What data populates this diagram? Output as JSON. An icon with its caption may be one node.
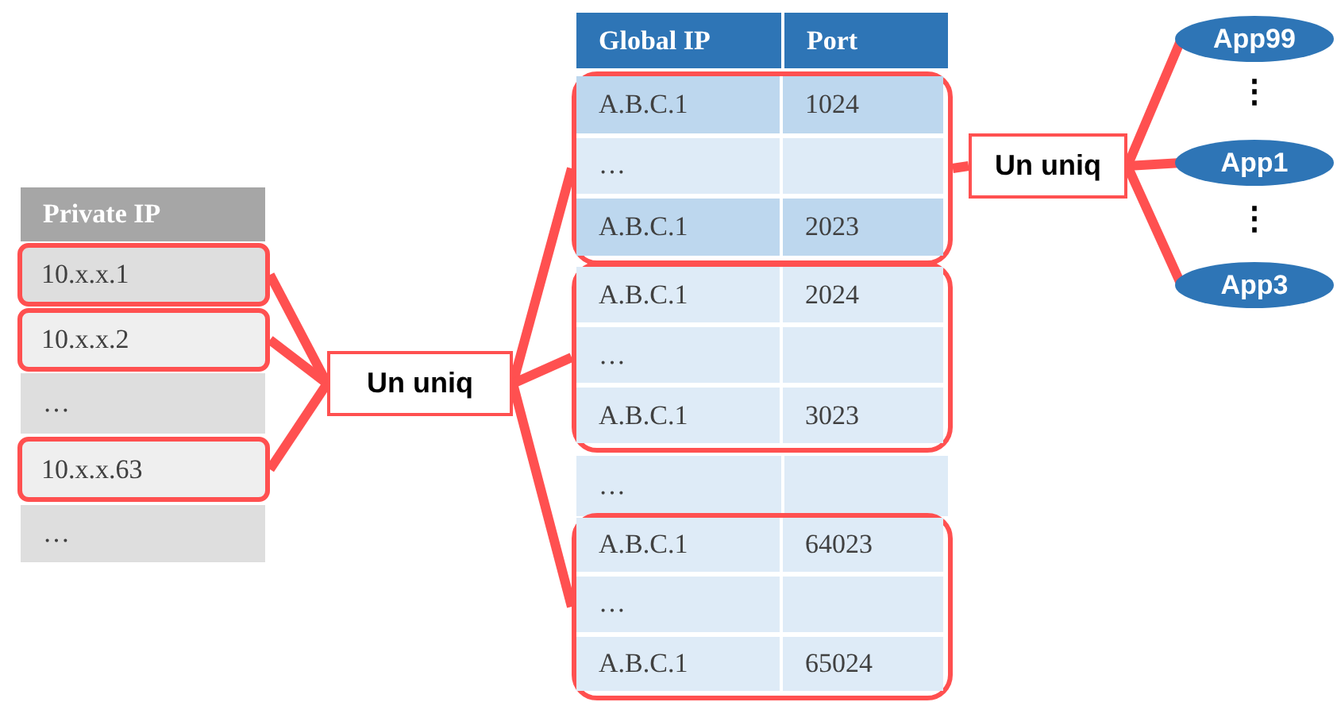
{
  "diagram": {
    "nodes": [
      {
        "text": [
          "10.x.x.1"
        ]
      },
      {
        "text": [
          "10.x.x.2"
        ]
      },
      {
        "text": [
          "10.x.x.63"
        ]
      },
      {
        "text": [
          "Un uniq"
        ]
      },
      {
        "text": [
          "A.B.C.1",
          "1024",
          "…",
          "A.B.C.1",
          "2023"
        ]
      },
      {
        "text": [
          "A.B.C.1",
          "2024",
          "…",
          "A.B.C.1",
          "3023"
        ]
      },
      {
        "text": [
          "A.B.C.1",
          "64023",
          "…",
          "A.B.C.1",
          "65024"
        ]
      },
      {
        "text": [
          "Un uniq"
        ]
      },
      {
        "text": [
          "App99"
        ]
      },
      {
        "text": [
          "App1"
        ]
      },
      {
        "text": [
          "App3"
        ]
      }
    ],
    "edges": [
      {
        "from": 0,
        "to": 3,
        "arrow": "none"
      },
      {
        "from": 1,
        "to": 3,
        "arrow": "none"
      },
      {
        "from": 2,
        "to": 3,
        "arrow": "none"
      },
      {
        "from": 3,
        "to": 4,
        "arrow": "none"
      },
      {
        "from": 3,
        "to": 5,
        "arrow": "none"
      },
      {
        "from": 3,
        "to": 6,
        "arrow": "none"
      },
      {
        "from": 4,
        "to": 7,
        "arrow": "none"
      },
      {
        "from": 7,
        "to": 8,
        "arrow": "none"
      },
      {
        "from": 7,
        "to": 9,
        "arrow": "none"
      },
      {
        "from": 7,
        "to": 10,
        "arrow": "none"
      }
    ],
    "labels": [
      "Private IP",
      "…",
      "…",
      "Global IP",
      "Port",
      "…",
      "⋮",
      "⋮"
    ]
  }
}
